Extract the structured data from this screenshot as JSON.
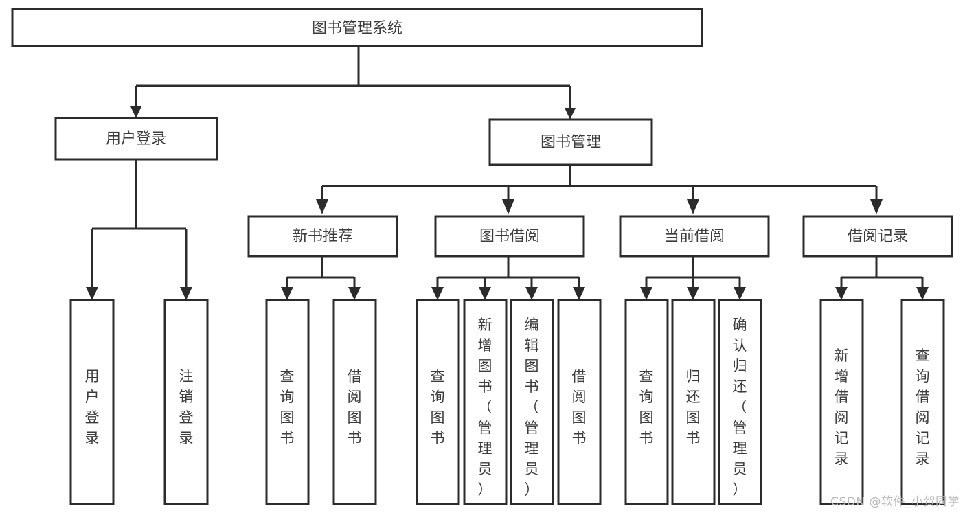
{
  "diagram": {
    "type": "tree-hierarchy",
    "title": "图书管理系统",
    "watermark": "CSDN @软件_小贺同学",
    "colors": {
      "background": "#ffffff",
      "box_fill": "#ffffff",
      "box_stroke": "#2b2b2b",
      "connector": "#2b2b2b",
      "text": "#3c3c3c",
      "watermark": "#b9b9b9"
    },
    "nodes": {
      "root": {
        "label": "图书管理系统"
      },
      "level2": [
        {
          "id": "user-login",
          "label": "用户登录"
        },
        {
          "id": "book-manage",
          "label": "图书管理"
        }
      ],
      "level3": [
        {
          "id": "new-book-recommend",
          "label": "新书推荐",
          "parent": "book-manage"
        },
        {
          "id": "book-borrow",
          "label": "图书借阅",
          "parent": "book-manage"
        },
        {
          "id": "current-borrow",
          "label": "当前借阅",
          "parent": "book-manage"
        },
        {
          "id": "borrow-record",
          "label": "借阅记录",
          "parent": "book-manage"
        }
      ],
      "leaves": {
        "user-login": [
          {
            "id": "leaf-user-login",
            "label": "用户登录"
          },
          {
            "id": "leaf-logout",
            "label": "注销登录"
          }
        ],
        "new-book-recommend": [
          {
            "id": "leaf-query-book-1",
            "label": "查询图书"
          },
          {
            "id": "leaf-borrow-book-1",
            "label": "借阅图书"
          }
        ],
        "book-borrow": [
          {
            "id": "leaf-query-book-2",
            "label": "查询图书"
          },
          {
            "id": "leaf-add-book",
            "label": "新增图书（管理员）"
          },
          {
            "id": "leaf-edit-book",
            "label": "编辑图书（管理员）"
          },
          {
            "id": "leaf-borrow-book-2",
            "label": "借阅图书"
          }
        ],
        "current-borrow": [
          {
            "id": "leaf-query-book-3",
            "label": "查询图书"
          },
          {
            "id": "leaf-return-book",
            "label": "归还图书"
          },
          {
            "id": "leaf-confirm-return",
            "label": "确认归还（管理员）"
          }
        ],
        "borrow-record": [
          {
            "id": "leaf-add-record",
            "label": "新增借阅记录"
          },
          {
            "id": "leaf-query-record",
            "label": "查询借阅记录"
          }
        ]
      }
    }
  }
}
